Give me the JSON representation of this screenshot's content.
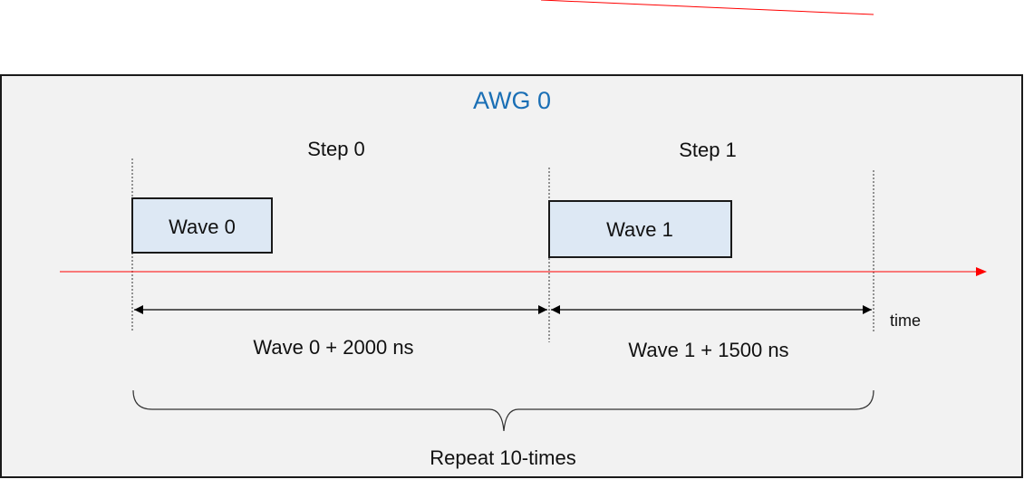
{
  "title": "AWG 0",
  "steps": [
    {
      "label": "Step 0",
      "wave_label": "Wave 0",
      "duration_label": "Wave 0 + 2000 ns"
    },
    {
      "label": "Step 1",
      "wave_label": "Wave 1",
      "duration_label": "Wave 1 + 1500 ns"
    }
  ],
  "axis_label": "time",
  "repeat_label": "Repeat 10-times",
  "colors": {
    "panel_bg": "#f2f2f2",
    "panel_border": "#1a1a1a",
    "title": "#1a6fb5",
    "wave_fill": "#dde8f4",
    "time_arrow": "#ff0000"
  }
}
